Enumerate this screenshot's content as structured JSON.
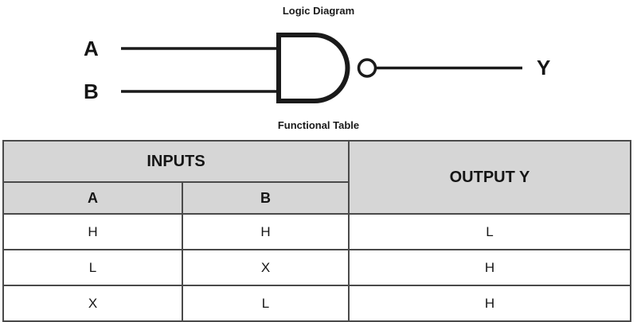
{
  "diagram": {
    "title": "Logic Diagram",
    "gate_type": "nand-gate",
    "inputs": [
      {
        "label": "A"
      },
      {
        "label": "B"
      }
    ],
    "output": {
      "label": "Y"
    }
  },
  "table": {
    "title": "Functional Table",
    "header_group_inputs": "INPUTS",
    "header_output": "OUTPUT Y",
    "sub_headers": [
      "A",
      "B"
    ],
    "rows": [
      {
        "a": "H",
        "b": "H",
        "y": "L"
      },
      {
        "a": "L",
        "b": "X",
        "y": "H"
      },
      {
        "a": "X",
        "b": "L",
        "y": "H"
      }
    ]
  },
  "colors": {
    "header_bg": "#d6d6d6",
    "border": "#4a4a4a",
    "ink": "#151515",
    "background": "#ffffff"
  }
}
